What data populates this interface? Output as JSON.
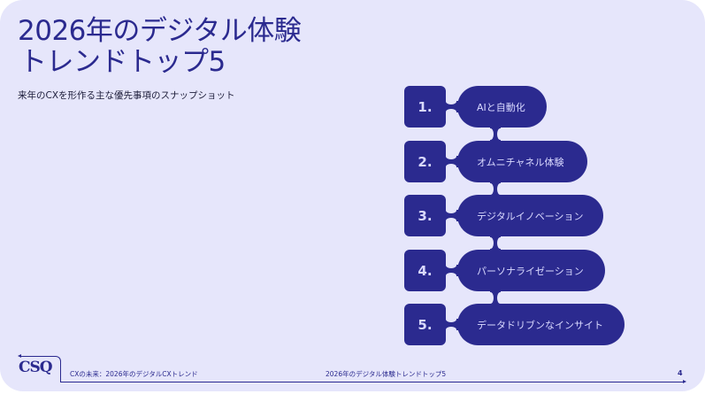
{
  "slide": {
    "title_line1": "2026年のデジタル体験",
    "title_line2": "トレンドトップ5",
    "subtitle": "来年のCXを形作る主な優先事項のスナップショット",
    "accent_color": "#2b2a8f",
    "background_color": "#e6e6fb"
  },
  "trends": [
    {
      "number": "1.",
      "label": "AIと自動化"
    },
    {
      "number": "2.",
      "label": "オムニチャネル体験"
    },
    {
      "number": "3.",
      "label": "デジタルイノベーション"
    },
    {
      "number": "4.",
      "label": "パーソナライゼーション"
    },
    {
      "number": "5.",
      "label": "データドリブンなインサイト"
    }
  ],
  "footer": {
    "logo": "CSQ",
    "left_text": "CXの未来：2026年のデジタルCXトレンド",
    "center_text": "2026年のデジタル体験トレンドトップ5",
    "page_number": "4"
  }
}
